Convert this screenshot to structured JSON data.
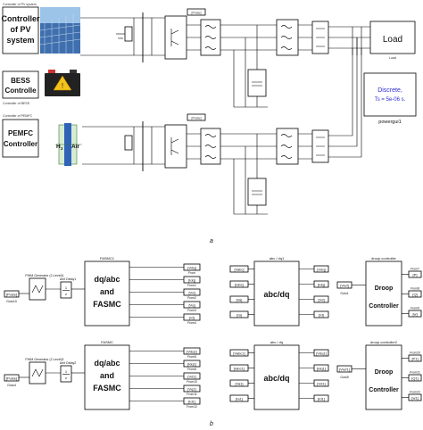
{
  "top": {
    "pv_caption": "Controller of PV system",
    "pv_title_lines": [
      "Controller",
      "of PV",
      "system"
    ],
    "bess_title_lines": [
      "BESS",
      "Controlle"
    ],
    "bess_caption": "Controller of BESS",
    "pemfc_caption": "Controller of PEMFC",
    "pemfc_title_lines": [
      "PEMFC",
      "Controller"
    ],
    "h2_label": "H",
    "h2_sub": "2",
    "air_label": "Air",
    "load_label": "Load",
    "load_caption": "Load",
    "discrete_lines": [
      "Discrete,",
      "Ts = 5e-06 s."
    ],
    "powergui_label": "powergui1",
    "panel_label": "a",
    "tag_top": "[Pulse]",
    "tag_bottom": "[Pulse]"
  },
  "bottom": {
    "panel_label": "b",
    "rows": [
      {
        "pulse_tag": "[Pulse]",
        "goto_label": "Goto10",
        "pwm_title": "PWM Generator (2-Level)1",
        "delay_title": "Unit Delay1",
        "fasmc_title": "FASMC1",
        "fasmc_lines": [
          "dq/abc",
          "and",
          "FASMC"
        ],
        "from_tags": [
          "[Vdq]",
          "[Idq]",
          "[Vd]",
          "[Vq]",
          "[Id]"
        ],
        "from_labels": [
          "From",
          "From1",
          "From2",
          "From3",
          "From4"
        ],
        "abc_title": "abc / dq1",
        "abc_lines": [
          "abc/dq"
        ],
        "abc_in_tags": [
          "[Vabc]",
          "[Iabc]",
          "[Va]",
          "[Ia]"
        ],
        "abc_out_tags": [
          "[Vdq]",
          "[Idq]",
          "[Vd]",
          "[Id]"
        ],
        "droop_title": "droop controller",
        "droop_lines": [
          "Droop",
          "Controller"
        ],
        "droop_out": "[Vref]",
        "droop_goto": "Goto1",
        "droop_from_tags": [
          "[P]",
          "[Q]",
          "[w]"
        ],
        "droop_from_labels": [
          "From7",
          "From8",
          "From9"
        ]
      },
      {
        "pulse_tag": "[Pulse]",
        "goto_label": "Goto4",
        "pwm_title": "PWM Generator (2-Level)2",
        "delay_title": "Unit Delay2",
        "fasmc_title": "FASMC",
        "fasmc_lines": [
          "dq/abc",
          "and",
          "FASMC"
        ],
        "from_tags": [
          "[Vdq1]",
          "[Idq1]",
          "[Vd1]",
          "[Vq1]",
          "[Id1]"
        ],
        "from_labels": [
          "From5",
          "From6",
          "From10",
          "From11",
          "From12"
        ],
        "abc_title": "abc / dq",
        "abc_lines": [
          "abc/dq"
        ],
        "abc_in_tags": [
          "[Vabc1]",
          "[Iabc1]",
          "[Va1]",
          "[Ia1]"
        ],
        "abc_out_tags": [
          "[Vdq1]",
          "[Idq1]",
          "[Vd1]",
          "[Id1]"
        ],
        "droop_title": "droop controller2",
        "droop_lines": [
          "Droop",
          "Controller"
        ],
        "droop_out": "[Vref1]",
        "droop_goto": "Goto5",
        "droop_from_tags": [
          "[P1]",
          "[Q1]",
          "[w1]"
        ],
        "droop_from_labels": [
          "From20",
          "From21",
          "From22"
        ]
      }
    ]
  }
}
